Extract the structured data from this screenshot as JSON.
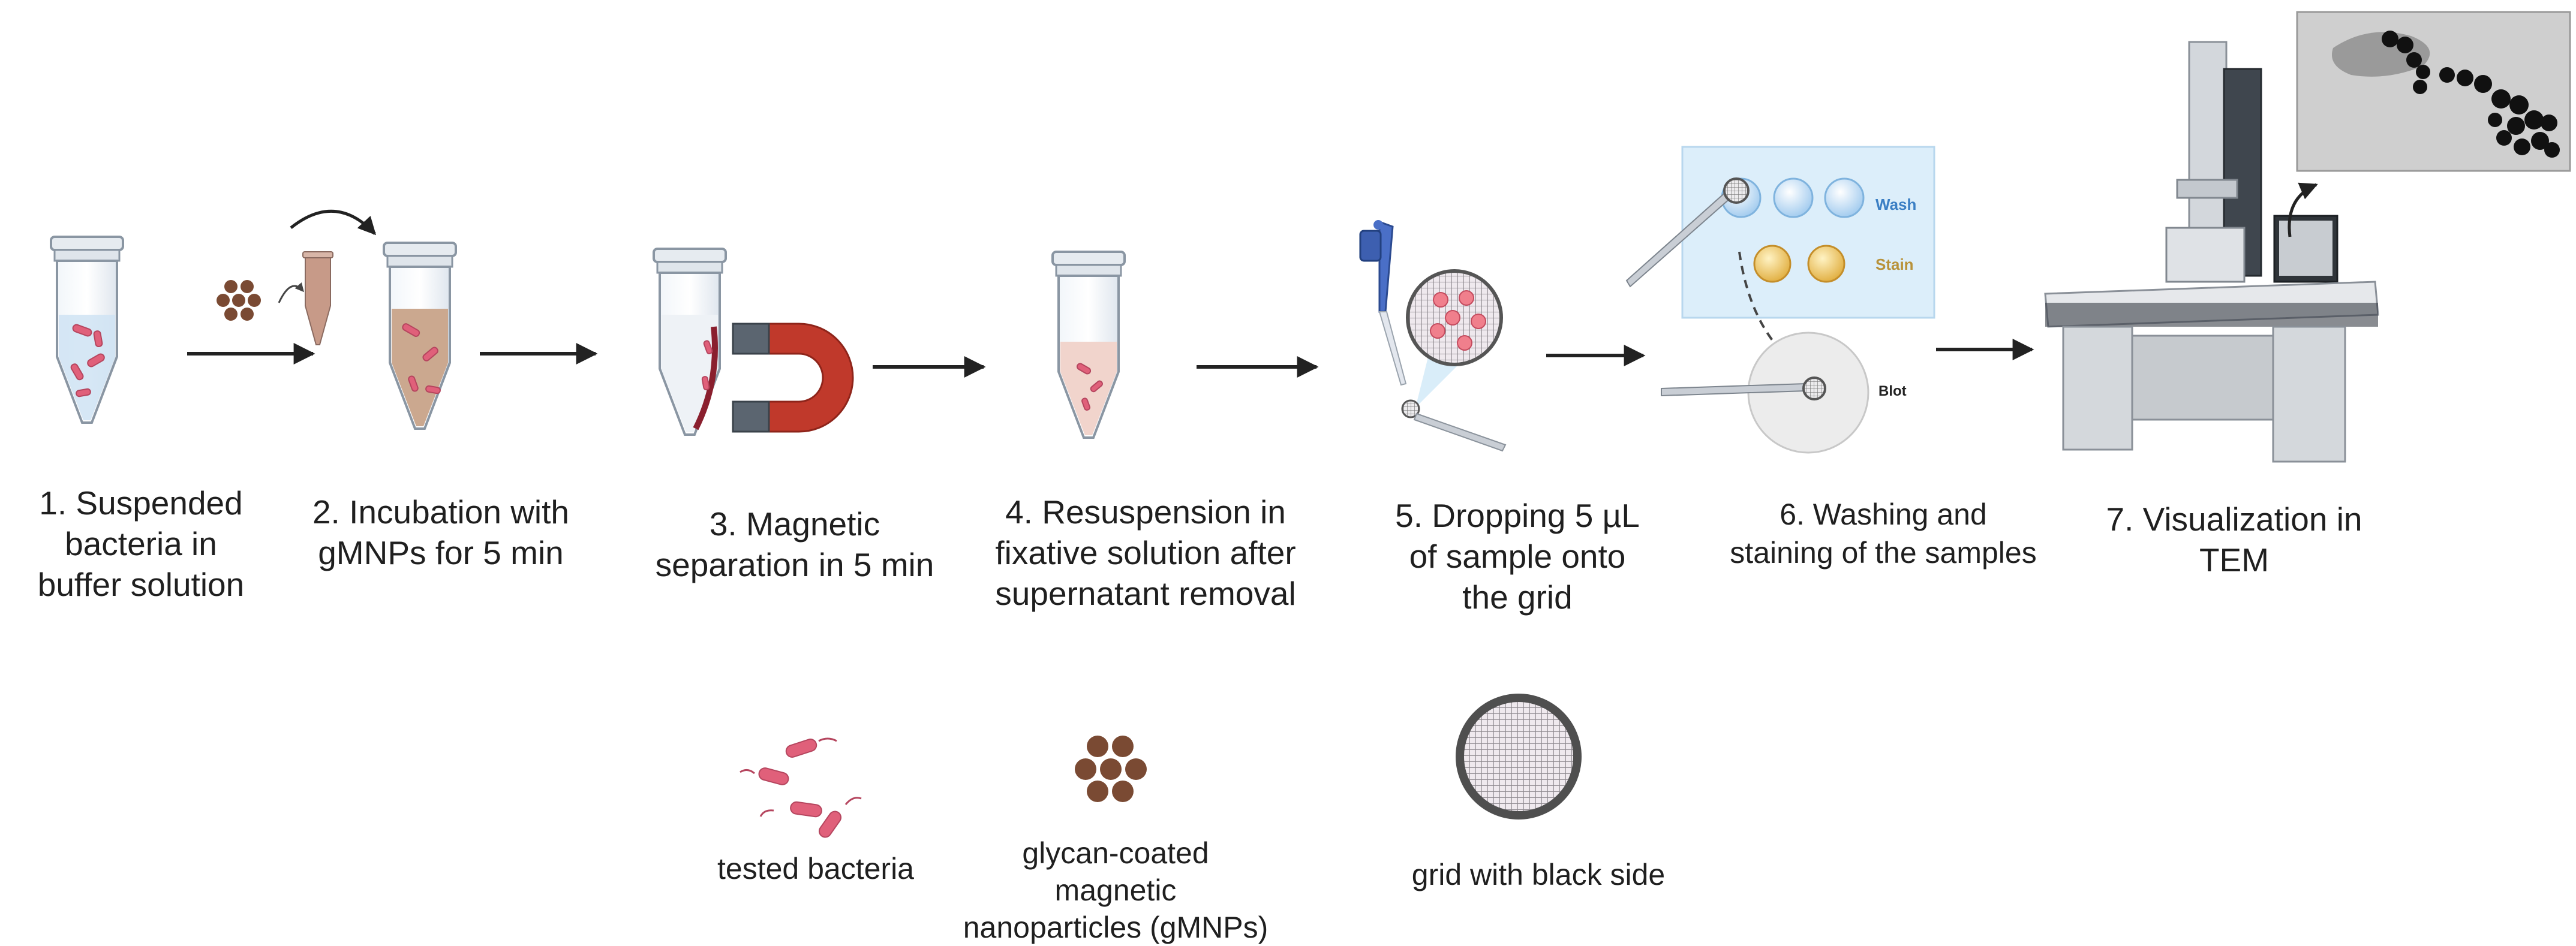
{
  "steps": [
    {
      "label": "1.  Suspended\nbacteria in\nbuffer solution"
    },
    {
      "label": "2. Incubation with\ngMNPs for 5 min"
    },
    {
      "label": "3. Magnetic\nseparation in 5 min"
    },
    {
      "label": "4. Resuspension in\nfixative solution after\nsupernatant removal"
    },
    {
      "label": "5. Dropping 5 µL\nof sample onto\nthe grid"
    },
    {
      "label": "6. Washing and\nstaining of the samples"
    },
    {
      "label": "7. Visualization in\nTEM"
    }
  ],
  "panel": {
    "wash": "Wash",
    "stain": "Stain",
    "blot": "Blot"
  },
  "legend": [
    {
      "label": "tested bacteria",
      "icon": "bacteria-icon"
    },
    {
      "label": "glycan-coated magnetic\nnanoparticles (gMNPs)",
      "icon": "nanoparticles-icon"
    },
    {
      "label": "grid with black side",
      "icon": "grid-icon"
    }
  ],
  "colors": {
    "bacteria": "#e0607a",
    "particle": "#7a4a33",
    "arrow": "#222222",
    "wash_text": "#3b7fc4",
    "stain_text": "#b8923a",
    "magnet": "#c0392b",
    "panel_bg": "#dceefa"
  }
}
